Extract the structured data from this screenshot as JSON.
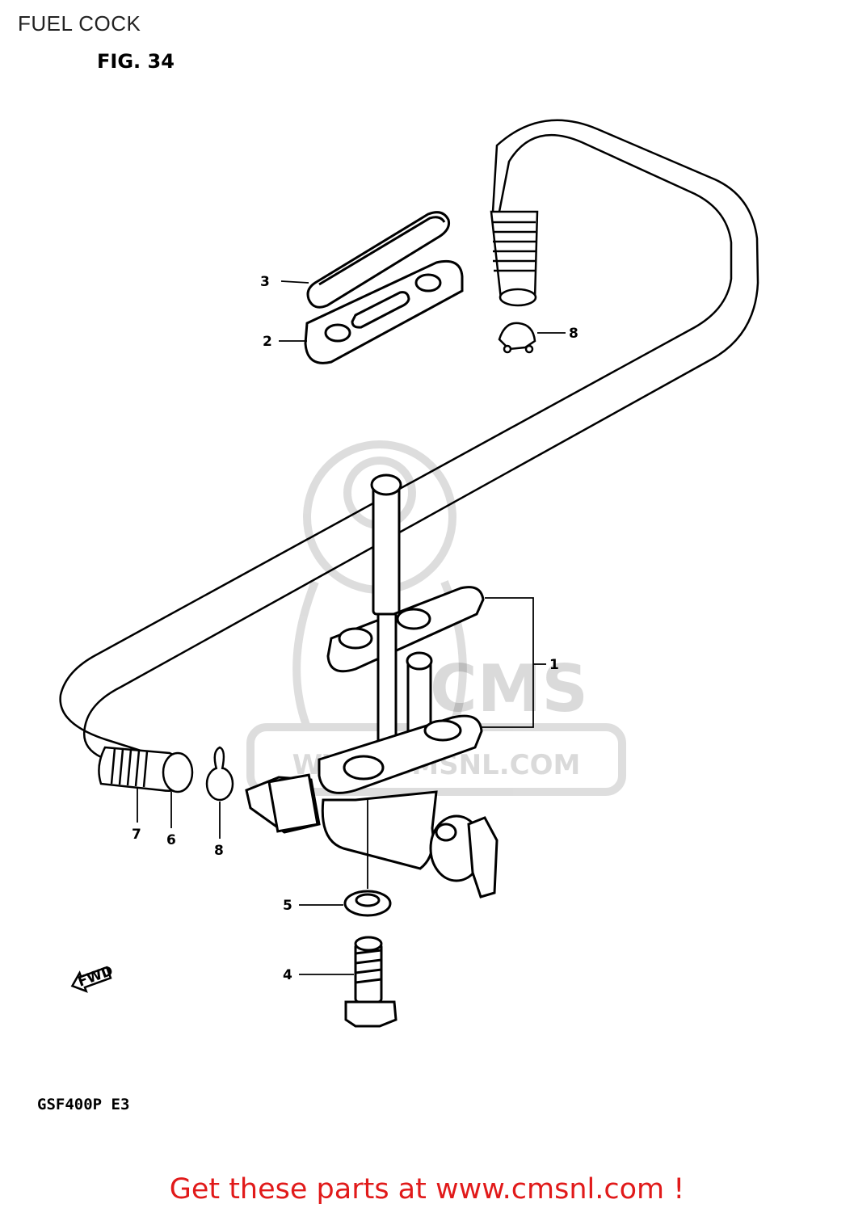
{
  "header": {
    "title": "FUEL COCK",
    "figure": "FIG. 34"
  },
  "callouts": {
    "c1": "1",
    "c2": "2",
    "c3": "3",
    "c4": "4",
    "c5": "5",
    "c6": "6",
    "c7": "7",
    "c8a": "8",
    "c8b": "8"
  },
  "direction_marker": "FWD",
  "watermark": {
    "brand": "CMS",
    "site": "WWW.CMSNL.COM"
  },
  "footer": {
    "model": "GSF400P E3",
    "promo": "Get these parts at www.cmsnl.com !"
  }
}
